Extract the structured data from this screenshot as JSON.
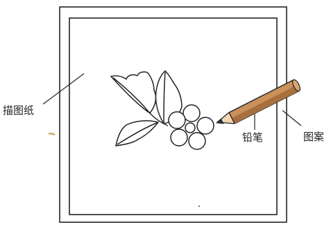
{
  "labels": {
    "tracing_paper": "描图纸",
    "pencil": "铅笔",
    "pattern": "图案"
  },
  "colors": {
    "outline": "#222222",
    "pencil_wood": "#c9925a",
    "pencil_wood_shade": "#a8703e",
    "pencil_tip": "#f1d6b3",
    "lead": "#333333"
  }
}
